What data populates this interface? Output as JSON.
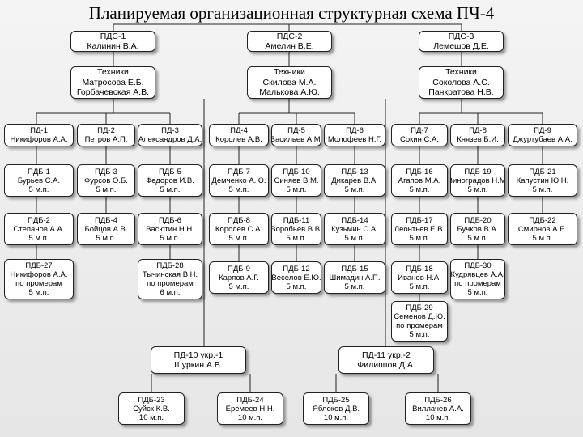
{
  "title": "Планируемая организационная структурная схема ПЧ-4",
  "boxes": [
    {
      "id": "pds1",
      "name": "pds-1-box",
      "lines": [
        "ПДС-1",
        "Калинин В.А."
      ]
    },
    {
      "id": "pds2",
      "name": "pds-2-box",
      "lines": [
        "ПДС-2",
        "Амелин В.Е."
      ]
    },
    {
      "id": "pds3",
      "name": "pds-3-box",
      "lines": [
        "ПДС-3",
        "Лемешов Д.Е."
      ]
    },
    {
      "id": "tech1",
      "name": "technicians-1-box",
      "lines": [
        "Техники",
        "Матросова Е.Б.",
        "Горбачевская А.В."
      ]
    },
    {
      "id": "tech2",
      "name": "technicians-2-box",
      "lines": [
        "Техники",
        "Скилова М.А.",
        "Малькова А.Ю."
      ]
    },
    {
      "id": "tech3",
      "name": "technicians-3-box",
      "lines": [
        "Техники",
        "Соколова А.С.",
        "Панкратова Н.В."
      ]
    },
    {
      "id": "pd1",
      "name": "pd-1-box",
      "lines": [
        "ПД-1",
        "Никифоров А.А."
      ]
    },
    {
      "id": "pd2",
      "name": "pd-2-box",
      "lines": [
        "ПД-2",
        "Петров А.П."
      ]
    },
    {
      "id": "pd3",
      "name": "pd-3-box",
      "lines": [
        "ПД-3",
        "Александров Д.А."
      ]
    },
    {
      "id": "pd4",
      "name": "pd-4-box",
      "lines": [
        "ПД-4",
        "Королев А.В."
      ]
    },
    {
      "id": "pd5",
      "name": "pd-5-box",
      "lines": [
        "ПД-5",
        "Васильев А.М."
      ]
    },
    {
      "id": "pd6",
      "name": "pd-6-box",
      "lines": [
        "ПД-6",
        "Молофеев Н.Г."
      ]
    },
    {
      "id": "pd7",
      "name": "pd-7-box",
      "lines": [
        "ПД-7",
        "Сокин С.А."
      ]
    },
    {
      "id": "pd8",
      "name": "pd-8-box",
      "lines": [
        "ПД-8",
        "Князев Б.И."
      ]
    },
    {
      "id": "pd9",
      "name": "pd-9-box",
      "lines": [
        "ПД-9",
        "Джуртубаев А.А."
      ]
    },
    {
      "id": "pdb1",
      "name": "pdb-1-box",
      "lines": [
        "ПДБ-1",
        "Бурьев С.А.",
        "5 м.п."
      ]
    },
    {
      "id": "pdb3",
      "name": "pdb-3-box",
      "lines": [
        "ПДБ-3",
        "Фурсов О.Б.",
        "5 м.п."
      ]
    },
    {
      "id": "pdb5",
      "name": "pdb-5-box",
      "lines": [
        "ПДБ-5",
        "Федоров И.В.",
        "5 м.п."
      ]
    },
    {
      "id": "pdb7",
      "name": "pdb-7-box",
      "lines": [
        "ПДБ-7",
        "Демченко А.Ю.",
        "5 м.п."
      ]
    },
    {
      "id": "pdb10",
      "name": "pdb-10-box",
      "lines": [
        "ПДБ-10",
        "Синяев В.М.",
        "5 м.п."
      ]
    },
    {
      "id": "pdb13",
      "name": "pdb-13-box",
      "lines": [
        "ПДБ-13",
        "Дикарев В.А.",
        "5 м.п."
      ]
    },
    {
      "id": "pdb16",
      "name": "pdb-16-box",
      "lines": [
        "ПДБ-16",
        "Агапов М.А.",
        "5 м.п."
      ]
    },
    {
      "id": "pdb19",
      "name": "pdb-19-box",
      "lines": [
        "ПДБ-19",
        "Виноградов Н.М.",
        "5 м.п."
      ]
    },
    {
      "id": "pdb21",
      "name": "pdb-21-box",
      "lines": [
        "ПДБ-21",
        "Капустин Ю.Н.",
        "5 м.п."
      ]
    },
    {
      "id": "pdb2",
      "name": "pdb-2-box",
      "lines": [
        "ПДБ-2",
        "Степанов А.А.",
        "5 м.п."
      ]
    },
    {
      "id": "pdb4",
      "name": "pdb-4-box",
      "lines": [
        "ПДБ-4",
        "Бойцов А.В.",
        "5 м.п."
      ]
    },
    {
      "id": "pdb6",
      "name": "pdb-6-box",
      "lines": [
        "ПДБ-6",
        "Васютин Н.Н.",
        "5 м.п."
      ]
    },
    {
      "id": "pdb8",
      "name": "pdb-8-box",
      "lines": [
        "ПДБ-8",
        "Королев С.А.",
        "5 м.п."
      ]
    },
    {
      "id": "pdb11",
      "name": "pdb-11-box",
      "lines": [
        "ПДБ-11",
        "Воробьев В.В.",
        "5 м.п."
      ]
    },
    {
      "id": "pdb14",
      "name": "pdb-14-box",
      "lines": [
        "ПДБ-14",
        "Кузьмин С.А.",
        "5 м.п."
      ]
    },
    {
      "id": "pdb17",
      "name": "pdb-17-box",
      "lines": [
        "ПДБ-17",
        "Леонтьев Е.В.",
        "5 м.п."
      ]
    },
    {
      "id": "pdb20",
      "name": "pdb-20-box",
      "lines": [
        "ПДБ-20",
        "Бучков В.А.",
        "5 м.п."
      ]
    },
    {
      "id": "pdb22",
      "name": "pdb-22-box",
      "lines": [
        "ПДБ-22",
        "Смирнов А.Е.",
        "5 м.п."
      ]
    },
    {
      "id": "pdb27",
      "name": "pdb-27-box",
      "lines": [
        "ПДБ-27",
        "Никифоров А.А.",
        "по промерам",
        "5 м.п."
      ]
    },
    {
      "id": "pdb28",
      "name": "pdb-28-box",
      "lines": [
        "ПДБ-28",
        "Тычинская В.Н.",
        "по промерам",
        "6 м.п."
      ]
    },
    {
      "id": "pdb9",
      "name": "pdb-9-box",
      "lines": [
        "ПДБ-9",
        "Карпов А.Г.",
        "5 м.п."
      ]
    },
    {
      "id": "pdb12",
      "name": "pdb-12-box",
      "lines": [
        "ПДБ-12",
        "Веселов Е.Ю.",
        "5 м.п."
      ]
    },
    {
      "id": "pdb15",
      "name": "pdb-15-box",
      "lines": [
        "ПДБ-15",
        "Шимадин А.П.",
        "5 м.п."
      ]
    },
    {
      "id": "pdb18",
      "name": "pdb-18-box",
      "lines": [
        "ПДБ-18",
        "Иванов Н.А.",
        "5 м.п."
      ]
    },
    {
      "id": "pdb30",
      "name": "pdb-30-box",
      "lines": [
        "ПДБ-30",
        "Кудрявцев А.А.",
        "по промерам",
        "5 м.п."
      ]
    },
    {
      "id": "pdb29",
      "name": "pdb-29-box",
      "lines": [
        "ПДБ-29",
        "Семенов Д.Ю.",
        "по промерам",
        "5 м.п."
      ]
    },
    {
      "id": "pd10",
      "name": "pd-10-box",
      "lines": [
        "ПД-10 укр.-1",
        "Шуркин А.В."
      ]
    },
    {
      "id": "pd11",
      "name": "pd-11-box",
      "lines": [
        "ПД-11 укр.-2",
        "Филиппов Д.А."
      ]
    },
    {
      "id": "pdb23",
      "name": "pdb-23-box",
      "lines": [
        "ПДБ-23",
        "Суйск К.В.",
        "10 м.п."
      ]
    },
    {
      "id": "pdb24",
      "name": "pdb-24-box",
      "lines": [
        "ПДБ-24",
        "Еремеев Н.Н.",
        "10 м.п."
      ]
    },
    {
      "id": "pdb25",
      "name": "pdb-25-box",
      "lines": [
        "ПДБ-25",
        "Яблоков Д.В.",
        "10 м.п."
      ]
    },
    {
      "id": "pdb26",
      "name": "pdb-26-box",
      "lines": [
        "ПДБ-26",
        "Виллачев А.А.",
        "10 м.п."
      ]
    }
  ]
}
